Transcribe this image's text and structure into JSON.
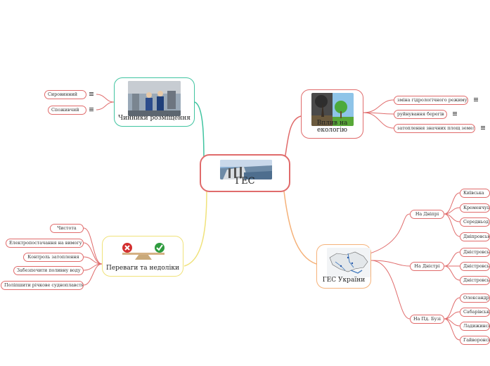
{
  "central": {
    "label": "ГЕС"
  },
  "branches": {
    "factors": {
      "label": "Чинники розміщення",
      "children": [
        "Сировинний",
        "Споживчий"
      ]
    },
    "ecology": {
      "label": "Вплив на екологію",
      "children": [
        "зміна гідрологічного режиму",
        "руйнування берегів",
        "затоплення значних площ земель"
      ]
    },
    "pros_cons": {
      "label": "Переваги та недоліки",
      "children": [
        "Чистота",
        "Електропостачання на вимогу",
        "Контроль затоплення",
        "Забезпечити поливну воду",
        "Поліпшити річкове судноплавство"
      ]
    },
    "ukraine": {
      "label": "ГЕС України",
      "dnipro": {
        "label": "На Дніпрі",
        "children": [
          "Київська",
          "Кременчуц",
          "Середньод",
          "Дніпровськ"
        ]
      },
      "dnister": {
        "label": "На Дністрі",
        "children": [
          "Дністровсь",
          "Дністровсь",
          "Дністровсь"
        ]
      },
      "buh": {
        "label": "На Пд. Бузі",
        "children": [
          "Олександрі",
          "Сабарівськ",
          "Ладижинсь",
          "Гайворонсь"
        ]
      }
    }
  },
  "colors": {
    "factors": "#40c4a0",
    "ecology": "#e06b6b",
    "pros_cons": "#f0e27a",
    "ukraine": "#f5b27a",
    "leaf": "#e06b6b"
  }
}
